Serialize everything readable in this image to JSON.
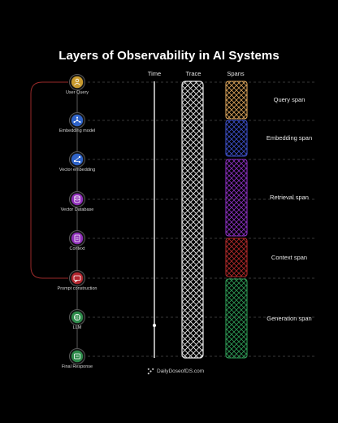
{
  "title": "Layers of Observability in AI Systems",
  "columns": {
    "time": "Time",
    "trace": "Trace",
    "spans": "Spans"
  },
  "nodes": [
    {
      "label": "User Query",
      "color": "#c89a2e",
      "icon": "user-icon"
    },
    {
      "label": "Embedding model",
      "color": "#2f63c8",
      "icon": "network-icon"
    },
    {
      "label": "Vector embedding",
      "color": "#2f63c8",
      "icon": "share-icon"
    },
    {
      "label": "Vector Database",
      "color": "#8e2fb8",
      "icon": "database-icon"
    },
    {
      "label": "Context",
      "color": "#8e2fb8",
      "icon": "document-icon"
    },
    {
      "label": "Prompt construction",
      "color": "#b3262f",
      "icon": "chat-icon"
    },
    {
      "label": "LLM",
      "color": "#2d8a4a",
      "icon": "brain-icon"
    },
    {
      "label": "Final Response",
      "color": "#2d8a4a",
      "icon": "reply-icon"
    }
  ],
  "spans": [
    {
      "label": "Query span",
      "color": "#d9a35a"
    },
    {
      "label": "Embedding span",
      "color": "#3d4fc8"
    },
    {
      "label": "Retrieval span",
      "color": "#8a2fbf"
    },
    {
      "label": "Context span",
      "color": "#b02a2a"
    },
    {
      "label": "Generation span",
      "color": "#2e9a55"
    }
  ],
  "brand": "DailyDoseofDS.com"
}
